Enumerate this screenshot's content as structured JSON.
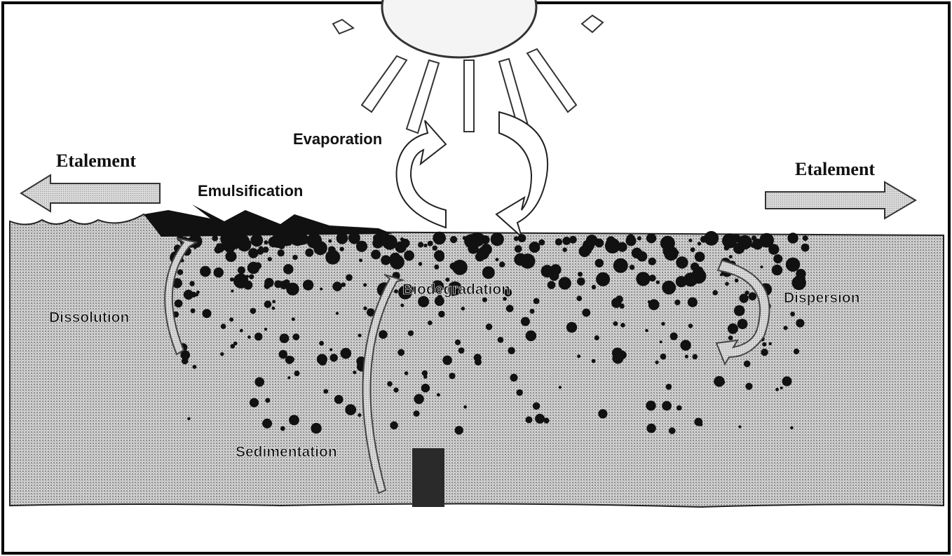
{
  "labels": {
    "etalement_left": "Etalement",
    "etalement_right": "Etalement",
    "evaporation": "Evaporation",
    "emulsification": "Emulsification",
    "dissolution": "Dissolution",
    "biodegradation": "Biodegradation",
    "dispersion": "Dispersion",
    "sedimentation": "Sedimentation"
  },
  "colors": {
    "water": "#bdbdbd",
    "oil_droplet": "#111111",
    "arrow_fill": "#d6d6d6",
    "sun_fill": "#f4f4f4",
    "border": "#000000"
  }
}
